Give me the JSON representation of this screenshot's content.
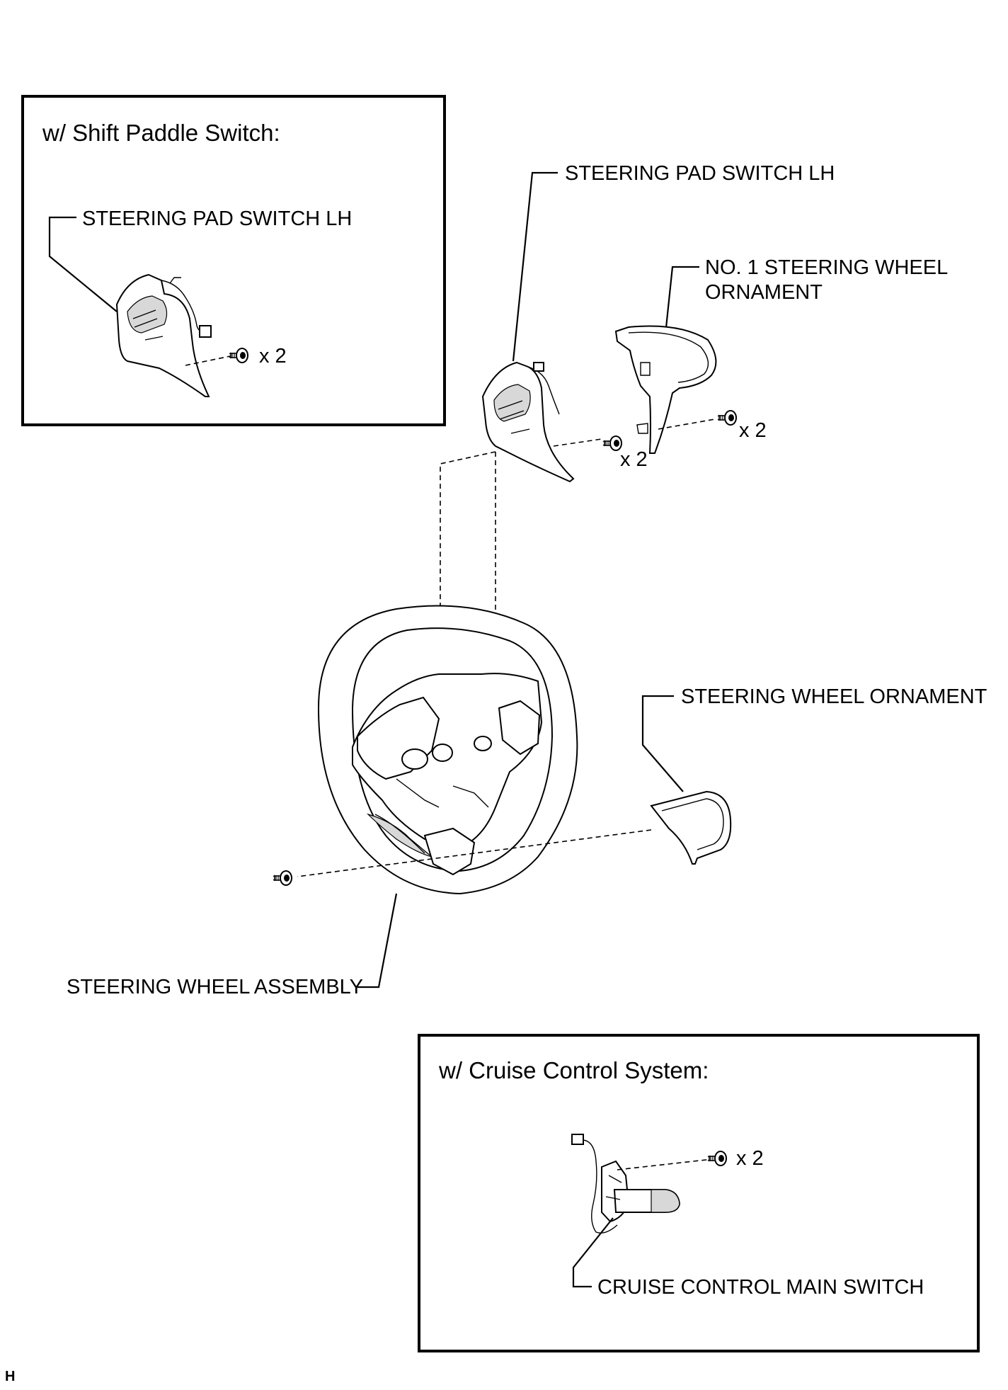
{
  "callouts": {
    "box_paddle_caption": "w/ Shift Paddle Switch:",
    "box_paddle_switch": "STEERING PAD SWITCH LH",
    "box_paddle_qty": "x 2",
    "pad_switch": "STEERING PAD SWITCH LH",
    "no1_ornament_line1": "NO. 1 STEERING WHEEL",
    "no1_ornament_line2": "ORNAMENT",
    "ornament_qty": "x 2",
    "pad_qty": "x 2",
    "wheel_ornament": "STEERING WHEEL ORNAMENT",
    "wheel_assembly": "STEERING WHEEL ASSEMBLY",
    "box_cruise_caption": "w/ Cruise Control System:",
    "cruise_qty": "x 2",
    "cruise_switch": "CRUISE CONTROL MAIN SWITCH",
    "corner_mark": "H"
  },
  "icons": [
    "screw-icon",
    "connector-icon"
  ]
}
